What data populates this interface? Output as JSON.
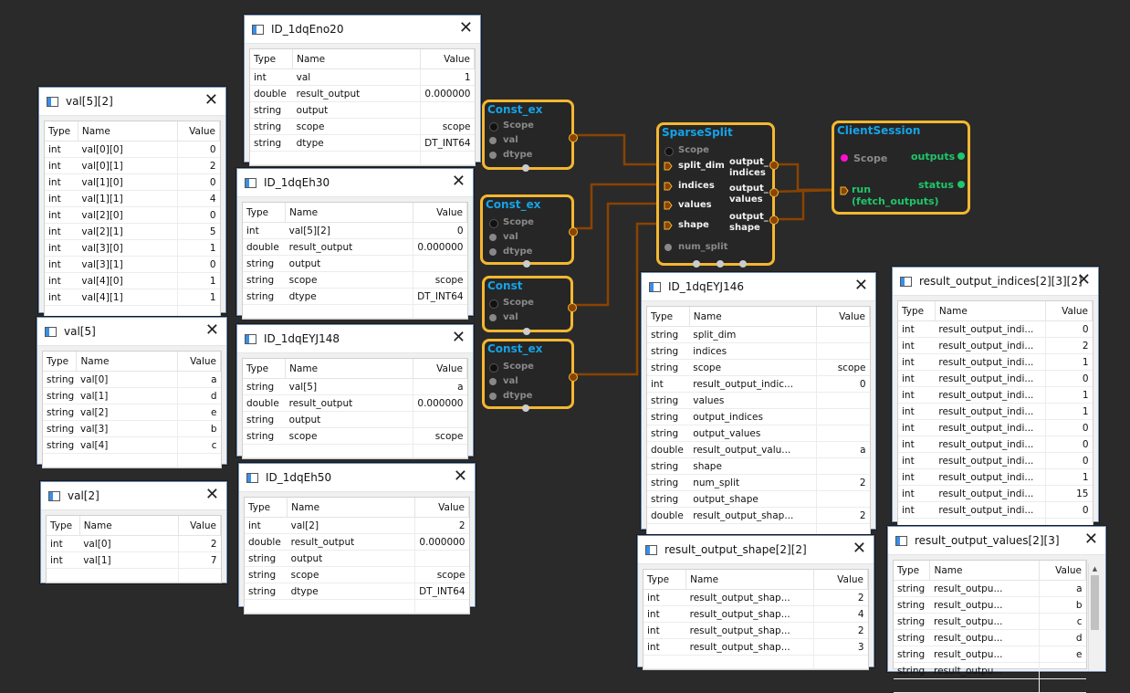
{
  "nodes": {
    "const1": {
      "title": "Const_ex",
      "ports": [
        "Scope",
        "val",
        "dtype"
      ]
    },
    "const2": {
      "title": "Const_ex",
      "ports": [
        "Scope",
        "val",
        "dtype"
      ]
    },
    "const3": {
      "title": "Const",
      "ports": [
        "Scope",
        "val"
      ]
    },
    "const4": {
      "title": "Const_ex",
      "ports": [
        "Scope",
        "val",
        "dtype"
      ]
    },
    "split": {
      "title": "SparseSplit",
      "inputs": [
        "Scope",
        "split_dim",
        "indices",
        "values",
        "shape",
        "num_split"
      ],
      "outputs": [
        "output_\nindices",
        "output_\nvalues",
        "output_\nshape"
      ]
    },
    "session": {
      "title": "ClientSession",
      "scope": "Scope",
      "run": "run\n(fetch_outputs)",
      "outputs": "outputs",
      "status": "status"
    }
  },
  "windows": [
    {
      "id": "w_eno20",
      "title": "ID_1dqEno20",
      "headers": [
        "Type",
        "Name",
        "Value"
      ],
      "rows": [
        [
          "int",
          "val",
          "1"
        ],
        [
          "double",
          "result_output",
          "0.000000"
        ],
        [
          "string",
          "output",
          ""
        ],
        [
          "string",
          "scope",
          "scope"
        ],
        [
          "string",
          "dtype",
          "DT_INT64"
        ]
      ]
    },
    {
      "id": "w_val52",
      "title": "val[5][2]",
      "headers": [
        "Type",
        "Name",
        "Value"
      ],
      "rows": [
        [
          "int",
          "val[0][0]",
          "0"
        ],
        [
          "int",
          "val[0][1]",
          "2"
        ],
        [
          "int",
          "val[1][0]",
          "0"
        ],
        [
          "int",
          "val[1][1]",
          "4"
        ],
        [
          "int",
          "val[2][0]",
          "0"
        ],
        [
          "int",
          "val[2][1]",
          "5"
        ],
        [
          "int",
          "val[3][0]",
          "1"
        ],
        [
          "int",
          "val[3][1]",
          "0"
        ],
        [
          "int",
          "val[4][0]",
          "1"
        ],
        [
          "int",
          "val[4][1]",
          "1"
        ]
      ]
    },
    {
      "id": "w_eh30",
      "title": "ID_1dqEh30",
      "headers": [
        "Type",
        "Name",
        "Value"
      ],
      "rows": [
        [
          "int",
          "val[5][2]",
          "0"
        ],
        [
          "double",
          "result_output",
          "0.000000"
        ],
        [
          "string",
          "output",
          ""
        ],
        [
          "string",
          "scope",
          "scope"
        ],
        [
          "string",
          "dtype",
          "DT_INT64"
        ]
      ]
    },
    {
      "id": "w_val5",
      "title": "val[5]",
      "headers": [
        "Type",
        "Name",
        "Value"
      ],
      "rows": [
        [
          "string",
          "val[0]",
          "a"
        ],
        [
          "string",
          "val[1]",
          "d"
        ],
        [
          "string",
          "val[2]",
          "e"
        ],
        [
          "string",
          "val[3]",
          "b"
        ],
        [
          "string",
          "val[4]",
          "c"
        ]
      ]
    },
    {
      "id": "w_eyj148",
      "title": "ID_1dqEYJ148",
      "headers": [
        "Type",
        "Name",
        "Value"
      ],
      "rows": [
        [
          "string",
          "val[5]",
          "a"
        ],
        [
          "double",
          "result_output",
          "0.000000"
        ],
        [
          "string",
          "output",
          ""
        ],
        [
          "string",
          "scope",
          "scope"
        ]
      ]
    },
    {
      "id": "w_val2",
      "title": "val[2]",
      "headers": [
        "Type",
        "Name",
        "Value"
      ],
      "rows": [
        [
          "int",
          "val[0]",
          "2"
        ],
        [
          "int",
          "val[1]",
          "7"
        ]
      ]
    },
    {
      "id": "w_eh50",
      "title": "ID_1dqEh50",
      "headers": [
        "Type",
        "Name",
        "Value"
      ],
      "rows": [
        [
          "int",
          "val[2]",
          "2"
        ],
        [
          "double",
          "result_output",
          "0.000000"
        ],
        [
          "string",
          "output",
          ""
        ],
        [
          "string",
          "scope",
          "scope"
        ],
        [
          "string",
          "dtype",
          "DT_INT64"
        ]
      ]
    },
    {
      "id": "w_eyj146",
      "title": "ID_1dqEYJ146",
      "headers": [
        "Type",
        "Name",
        "Value"
      ],
      "rows": [
        [
          "string",
          "split_dim",
          ""
        ],
        [
          "string",
          "indices",
          ""
        ],
        [
          "string",
          "scope",
          "scope"
        ],
        [
          "int",
          "result_output_indic...",
          "0"
        ],
        [
          "string",
          "values",
          ""
        ],
        [
          "string",
          "output_indices",
          ""
        ],
        [
          "string",
          "output_values",
          ""
        ],
        [
          "double",
          "result_output_valu...",
          "a"
        ],
        [
          "string",
          "shape",
          ""
        ],
        [
          "string",
          "num_split",
          "2"
        ],
        [
          "string",
          "output_shape",
          ""
        ],
        [
          "double",
          "result_output_shap...",
          "2"
        ]
      ]
    },
    {
      "id": "w_roi",
      "title": "result_output_indices[2][3][2]",
      "headers": [
        "Type",
        "Name",
        "Value"
      ],
      "rows": [
        [
          "int",
          "result_output_indi...",
          "0"
        ],
        [
          "int",
          "result_output_indi...",
          "2"
        ],
        [
          "int",
          "result_output_indi...",
          "1"
        ],
        [
          "int",
          "result_output_indi...",
          "0"
        ],
        [
          "int",
          "result_output_indi...",
          "1"
        ],
        [
          "int",
          "result_output_indi...",
          "1"
        ],
        [
          "int",
          "result_output_indi...",
          "0"
        ],
        [
          "int",
          "result_output_indi...",
          "0"
        ],
        [
          "int",
          "result_output_indi...",
          "0"
        ],
        [
          "int",
          "result_output_indi...",
          "1"
        ],
        [
          "int",
          "result_output_indi...",
          "15"
        ],
        [
          "int",
          "result_output_indi...",
          "0"
        ]
      ]
    },
    {
      "id": "w_ros",
      "title": "result_output_shape[2][2]",
      "headers": [
        "Type",
        "Name",
        "Value"
      ],
      "rows": [
        [
          "int",
          "result_output_shap...",
          "2"
        ],
        [
          "int",
          "result_output_shap...",
          "4"
        ],
        [
          "int",
          "result_output_shap...",
          "2"
        ],
        [
          "int",
          "result_output_shap...",
          "3"
        ]
      ]
    },
    {
      "id": "w_rov",
      "title": "result_output_values[2][3]",
      "headers": [
        "Type",
        "Name",
        "Value"
      ],
      "rows": [
        [
          "string",
          "result_outpu...",
          "a"
        ],
        [
          "string",
          "result_outpu...",
          "b"
        ],
        [
          "string",
          "result_outpu...",
          "c"
        ],
        [
          "string",
          "result_outpu...",
          "d"
        ],
        [
          "string",
          "result_outpu...",
          "e"
        ],
        [
          "string",
          "result_outpu...",
          ""
        ]
      ]
    }
  ],
  "close_glyph": "✕",
  "colors": {
    "accent": "#f4b731",
    "title_blue": "#14a3e8",
    "wire": "#8a4300",
    "green": "#1fc66a",
    "magenta": "#ff10d0"
  }
}
